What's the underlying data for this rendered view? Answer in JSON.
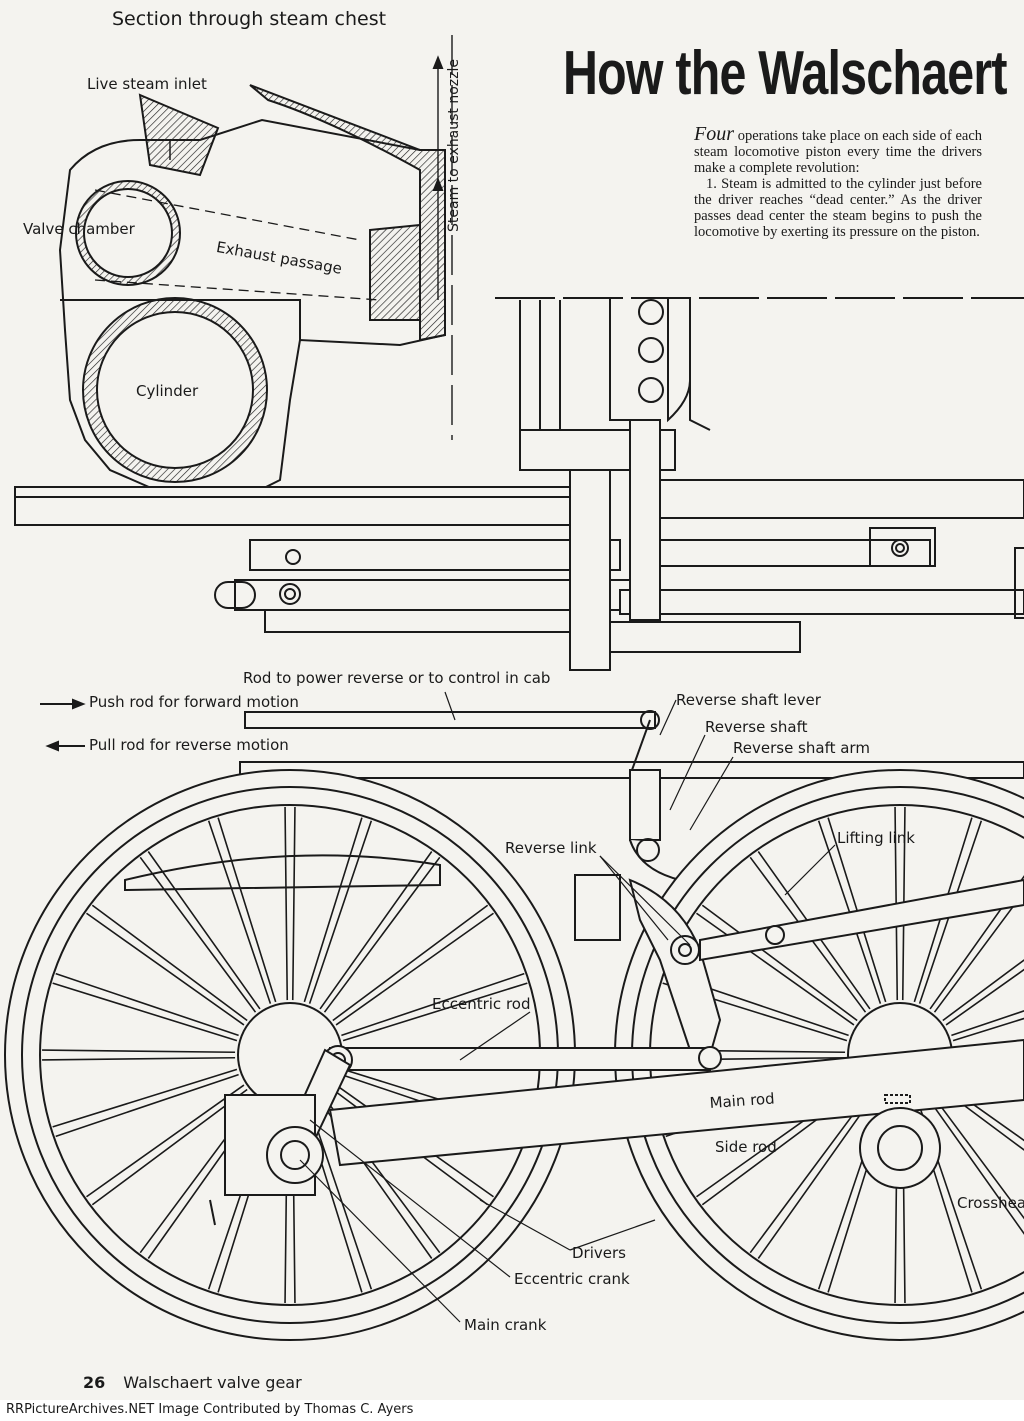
{
  "heading": {
    "title": "How the Walschaert",
    "section_title": "Section through steam chest"
  },
  "intro": {
    "dropcap": "Four",
    "para1": " operations take place on each side of each steam locomotive piston every time the drivers make a complete revolution:",
    "para2": "1. Steam is admitted to the cylinder just before the driver reaches “dead center.” As the driver passes dead center the steam begins to push the locomotive by exerting its pressure on the piston."
  },
  "labels": {
    "live_steam_inlet": "Live steam inlet",
    "valve_chamber": "Valve chamber",
    "exhaust_passage": "Exhaust passage",
    "cylinder": "Cylinder",
    "steam_to_exhaust": "Steam to exhaust nozzle",
    "rod_to_power_reverse": "Rod to power reverse or to control in cab",
    "push_rod": "Push rod for forward  motion",
    "pull_rod": "Pull rod for reverse motion",
    "reverse_shaft_lever": "Reverse shaft lever",
    "reverse_shaft": "Reverse shaft",
    "reverse_shaft_arm": "Reverse shaft arm",
    "reverse_link": "Reverse link",
    "lifting_link": "Lifting link",
    "eccentric_rod": "Eccentric rod",
    "main_rod": "Main rod",
    "side_rod": "Side rod",
    "crosshead": "Crosshead",
    "drivers": "Drivers",
    "eccentric_crank": "Eccentric crank",
    "main_crank": "Main crank"
  },
  "footer": {
    "page_number": "26",
    "running_title": "Walschaert valve gear"
  },
  "credit": "RRPictureArchives.NET Image Contributed by Thomas C. Ayers"
}
